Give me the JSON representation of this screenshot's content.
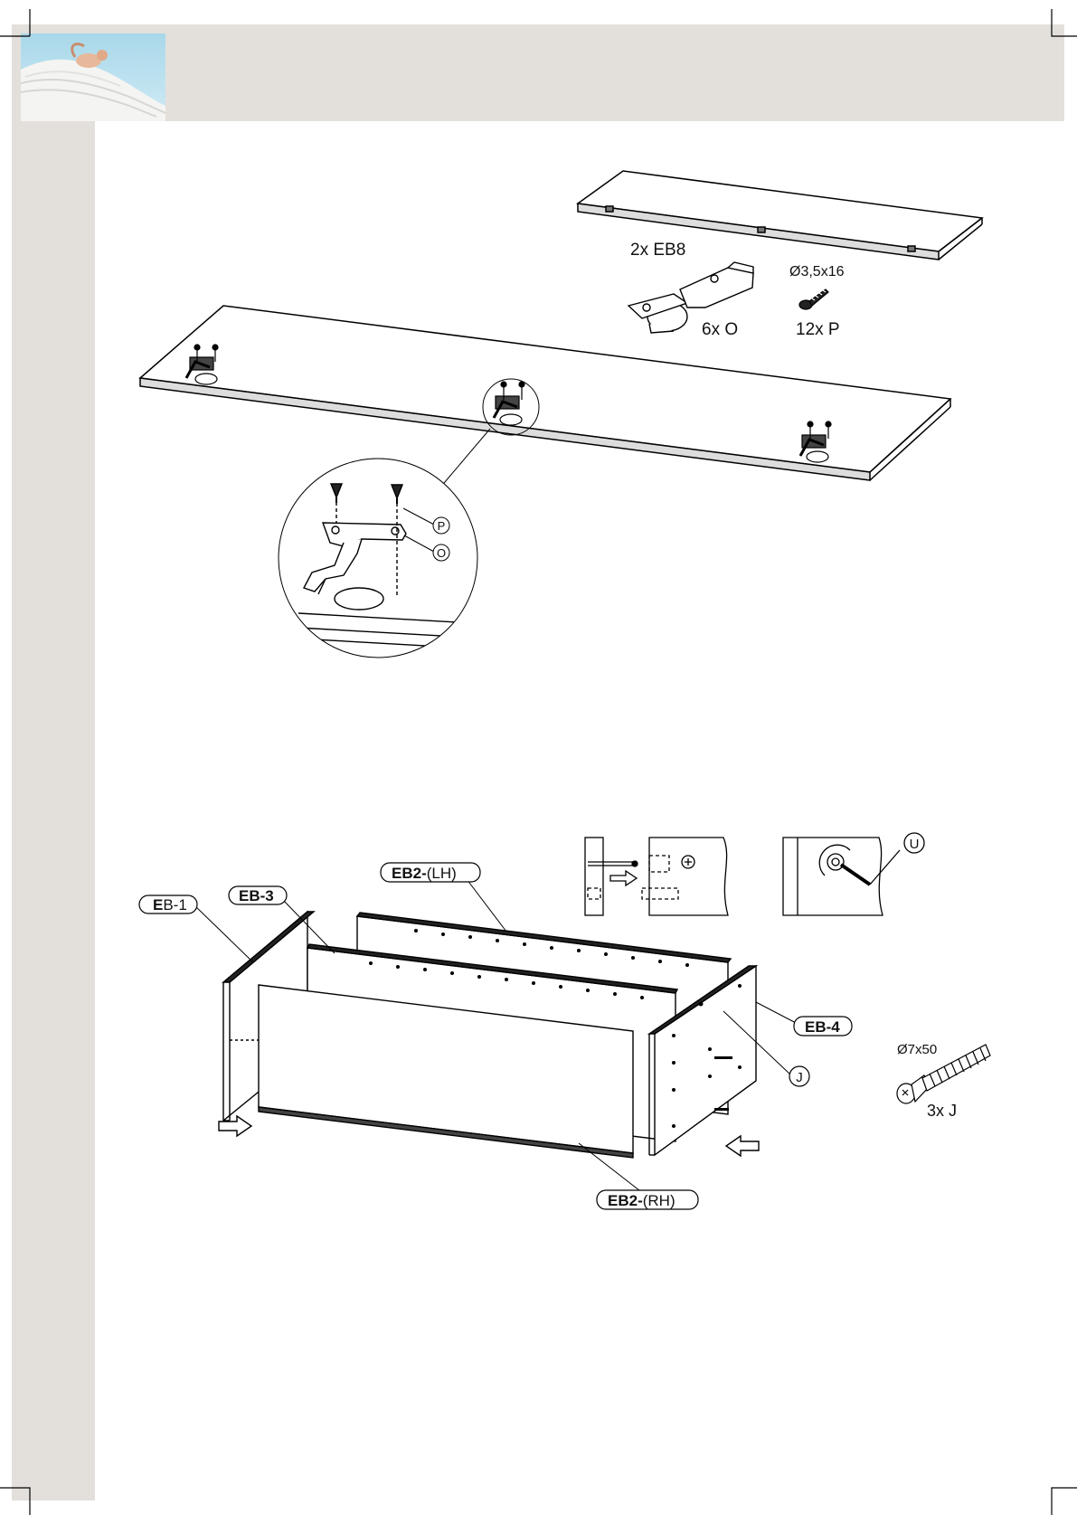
{
  "step1": {
    "panel_part": "2x EB8",
    "hinge_qty": "6x O",
    "screw_size": "Ø3,5x16",
    "screw_qty": "12x P",
    "callout_p": "P",
    "callout_o": "O"
  },
  "step2": {
    "eb1_bold": "E",
    "eb1_rest": "B-1",
    "eb3": "EB-3",
    "eb2_lh_bold": "EB2-",
    "eb2_lh_rest": "(LH)",
    "eb4": "EB-4",
    "eb2_rh_bold": "EB2-",
    "eb2_rh_rest": "(RH)",
    "callout_j": "J",
    "callout_u": "U",
    "dowel_size": "Ø7x50",
    "dowel_qty": "3x J"
  }
}
